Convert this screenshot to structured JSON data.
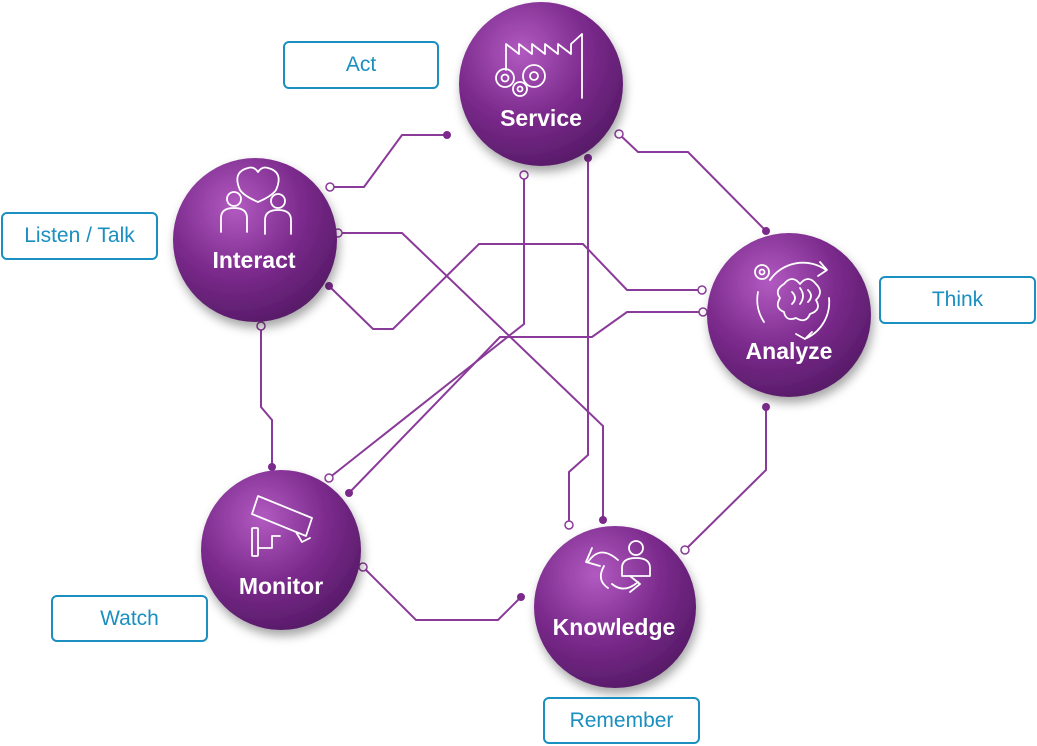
{
  "nodes": {
    "service": "Service",
    "interact": "Interact",
    "analyze": "Analyze",
    "monitor": "Monitor",
    "knowledge": "Knowledge"
  },
  "tags": {
    "act": "Act",
    "listen_talk": "Listen / Talk",
    "think": "Think",
    "watch": "Watch",
    "remember": "Remember"
  },
  "colors": {
    "node_fill": "#7b2a8c",
    "connector": "#8a3a98",
    "tag_border": "#1a8fc0"
  }
}
